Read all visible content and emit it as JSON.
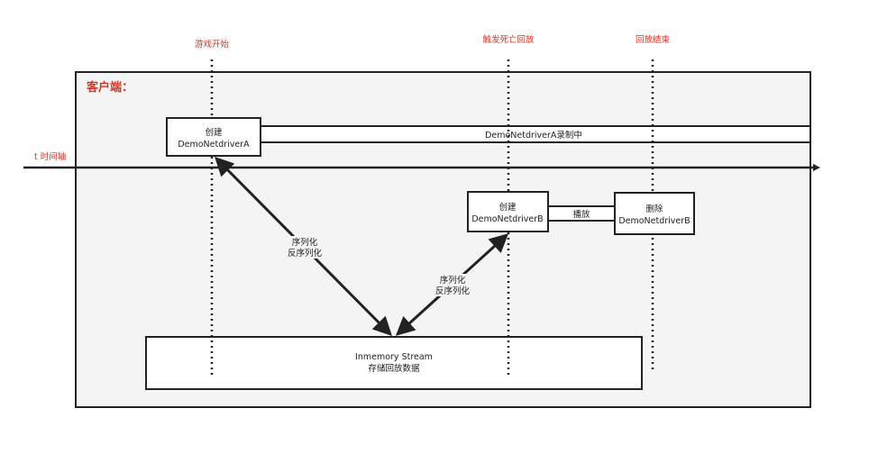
{
  "markers": {
    "game_start": "游戏开始",
    "death_replay": "触发死亡回放",
    "replay_end": "回放结束"
  },
  "client_label": "客户端：",
  "timeline_label": "t 时间轴",
  "box_a": {
    "line1": "创建",
    "line2": "DemoNetdriverA"
  },
  "recording_label": "DemoNetdriverA录制中",
  "box_b": {
    "line1": "创建",
    "line2": "DemoNetdriverB"
  },
  "play_label": "播放",
  "box_delete": {
    "line1": "删除",
    "line2": "DemoNetdriverB"
  },
  "arrow_left_label": {
    "line1": "序列化",
    "line2": "反序列化"
  },
  "arrow_right_label": {
    "line1": "序列化",
    "line2": "反序列化"
  },
  "stream_box": {
    "line1": "Inmemory Stream",
    "line2": "存储回放数据"
  },
  "colors": {
    "marker_red": "#e03020",
    "stroke": "#222222",
    "panel_fill": "#f4f4f4"
  }
}
